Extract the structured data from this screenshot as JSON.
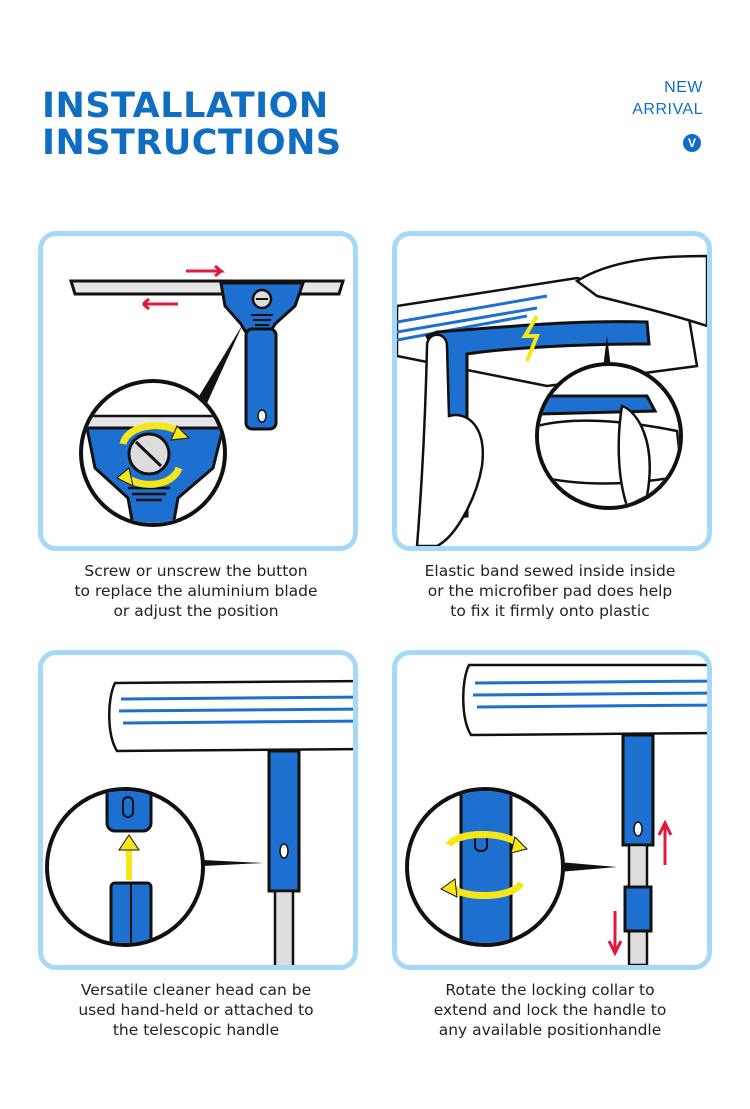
{
  "header": {
    "title_line1": "INSTALLATION",
    "title_line2": "INSTRUCTIONS",
    "badge_line1": "NEW",
    "badge_line2": "ARRIVAL",
    "badge_icon_letter": "V"
  },
  "colors": {
    "brand_blue": "#0f6ec2",
    "panel_border": "#a6d9f7",
    "arrow_red": "#e0193c",
    "arrow_yellow": "#f6e619"
  },
  "steps": [
    {
      "caption_line1": "Screw or unscrew the button",
      "caption_line2": "to replace the aluminium blade",
      "caption_line3": "or adjust the position"
    },
    {
      "caption_line1": "Elastic band sewed inside inside",
      "caption_line2": "or the microfiber pad does help",
      "caption_line3": "to fix it firmly onto plastic"
    },
    {
      "caption_line1": "Versatile cleaner head can be",
      "caption_line2": "used hand-held or attached to",
      "caption_line3": "the telescopic handle"
    },
    {
      "caption_line1": "Rotate the locking collar to",
      "caption_line2": "extend and lock the handle to",
      "caption_line3": "any available positionhandle"
    }
  ]
}
